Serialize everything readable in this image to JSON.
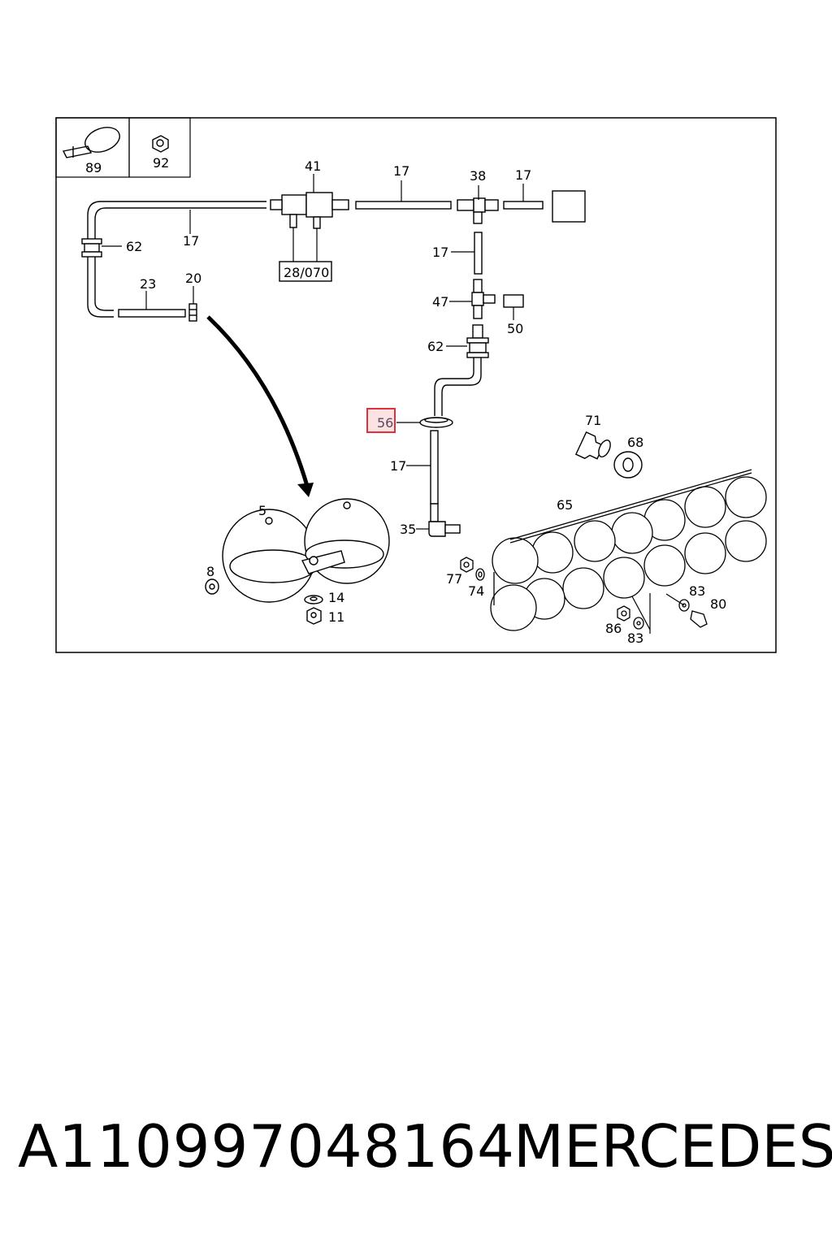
{
  "diagram": {
    "callouts": {
      "c89": "89",
      "c92": "92",
      "c41": "41",
      "c17a": "17",
      "c38": "38",
      "c17b": "17",
      "c62a": "62",
      "c17c": "17",
      "c28070": "28/070",
      "c23": "23",
      "c20": "20",
      "c17d": "17",
      "c47": "47",
      "c50": "50",
      "c62b": "62",
      "c56": "56",
      "c17e": "17",
      "c71": "71",
      "c68": "68",
      "c65": "65",
      "c5": "5",
      "c35": "35",
      "c8": "8",
      "c77": "77",
      "c74": "74",
      "c14": "14",
      "c11": "11",
      "c83a": "83",
      "c80": "80",
      "c86": "86",
      "c83b": "83"
    },
    "highlighted_callout": "56",
    "highlight_color": "#e0323c"
  },
  "footer": {
    "part_number": "A110997048164",
    "brand": "MERCEDES"
  }
}
